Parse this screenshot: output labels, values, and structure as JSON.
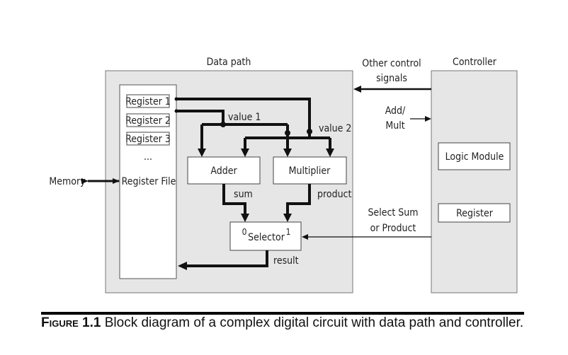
{
  "diagram": {
    "datapath_title": "Data path",
    "controller_title": "Controller",
    "registers": [
      "Register 1",
      "Register 2",
      "Register 3"
    ],
    "ellipsis": "...",
    "register_file": "Register File",
    "memory": "Memory",
    "value1": "value 1",
    "value2": "value 2",
    "adder": "Adder",
    "multiplier": "Multiplier",
    "sum": "sum",
    "product": "product",
    "selector": "Selector",
    "sel_in0": "0",
    "sel_in1": "1",
    "result": "result",
    "other_control_1": "Other control",
    "other_control_2": "signals",
    "addmult_1": "Add/",
    "addmult_2": "Mult",
    "select_1": "Select Sum",
    "select_2": "or Product",
    "logic_module": "Logic Module",
    "ctrl_register": "Register"
  },
  "caption": {
    "figure_label": "Figure 1.1",
    "text": " Block diagram of a complex digital circuit with data path and controller."
  },
  "colors": {
    "panel": "#e6e6e6",
    "box": "#ffffff",
    "line": "#1a1a1a"
  }
}
